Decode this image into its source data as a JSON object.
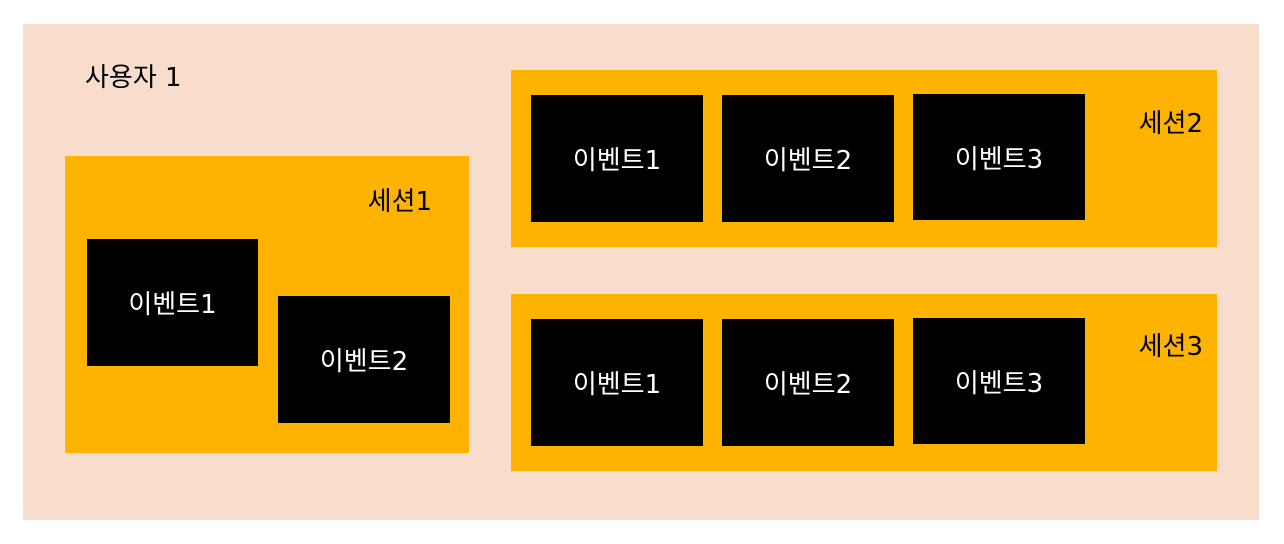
{
  "user": {
    "title": "사용자 1"
  },
  "sessions": [
    {
      "title": "세션1",
      "events": [
        {
          "label": "이벤트1"
        },
        {
          "label": "이벤트2"
        }
      ]
    },
    {
      "title": "세션2",
      "events": [
        {
          "label": "이벤트1"
        },
        {
          "label": "이벤트2"
        },
        {
          "label": "이벤트3"
        }
      ]
    },
    {
      "title": "세션3",
      "events": [
        {
          "label": "이벤트1"
        },
        {
          "label": "이벤트2"
        },
        {
          "label": "이벤트3"
        }
      ]
    }
  ],
  "colors": {
    "user_background": "#f8ddcd",
    "session_background": "#fdb300",
    "event_background": "#000000",
    "event_text": "#ffffff"
  }
}
